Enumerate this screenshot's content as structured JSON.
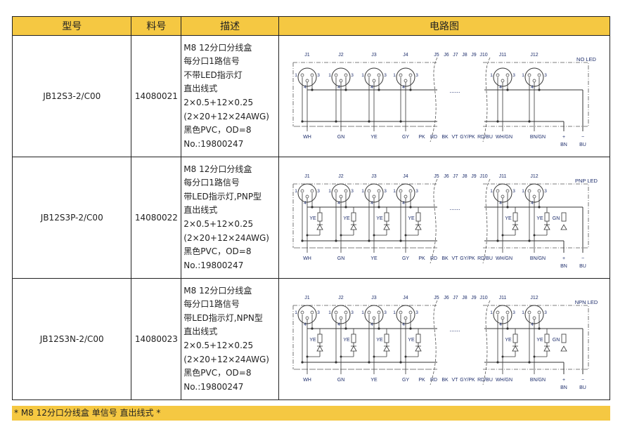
{
  "headers": [
    "型号",
    "料号",
    "描述",
    "电路图"
  ],
  "diagram_labels": {
    "connectors_left": [
      "J1",
      "J2",
      "J3",
      "J4"
    ],
    "connectors_mid": [
      "J5",
      "J6",
      "J7",
      "J8",
      "J9",
      "J10"
    ],
    "connectors_right": [
      "J11",
      "J12"
    ],
    "pins": [
      "1",
      "3",
      "4"
    ],
    "bottom": [
      "WH",
      "GN",
      "YE",
      "GY",
      "PK",
      "RD",
      "BK",
      "VT",
      "GY/PK",
      "RD/BU",
      "WH/GN",
      "BN/GN"
    ],
    "plus": "+",
    "minus": "−",
    "bn": "BN",
    "bu": "BU",
    "dots": "......",
    "led_ye": "YE",
    "led_gn": "GN"
  },
  "rows": [
    {
      "model": "JB12S3-2/C00",
      "part": "14080021",
      "desc": [
        "M8 12分口分线盒",
        "每分口1路信号",
        "不带LED指示灯",
        "直出线式",
        "2×0.5+12×0.25",
        "(2×20+12×24AWG)",
        "黑色PVC，OD=8",
        "No.:19800247"
      ],
      "diagram_type": "NO LED"
    },
    {
      "model": "JB12S3P-2/C00",
      "part": "14080022",
      "desc": [
        "M8 12分口分线盒",
        "每分口1路信号",
        "带LED指示灯,PNP型",
        "直出线式",
        "2×0.5+12×0.25",
        "(2×20+12×24AWG)",
        "黑色PVC，OD=8",
        "No.:19800247"
      ],
      "diagram_type": "PNP LED"
    },
    {
      "model": "JB12S3N-2/C00",
      "part": "14080023",
      "desc": [
        "M8 12分口分线盒",
        "每分口1路信号",
        "带LED指示灯,NPN型",
        "直出线式",
        "2×0.5+12×0.25",
        "(2×20+12×24AWG)",
        "黑色PVC，OD=8",
        "No.:19800247"
      ],
      "diagram_type": "NPN LED"
    }
  ],
  "footer": "* M8 12分口分线盒 单信号 直出线式 *"
}
